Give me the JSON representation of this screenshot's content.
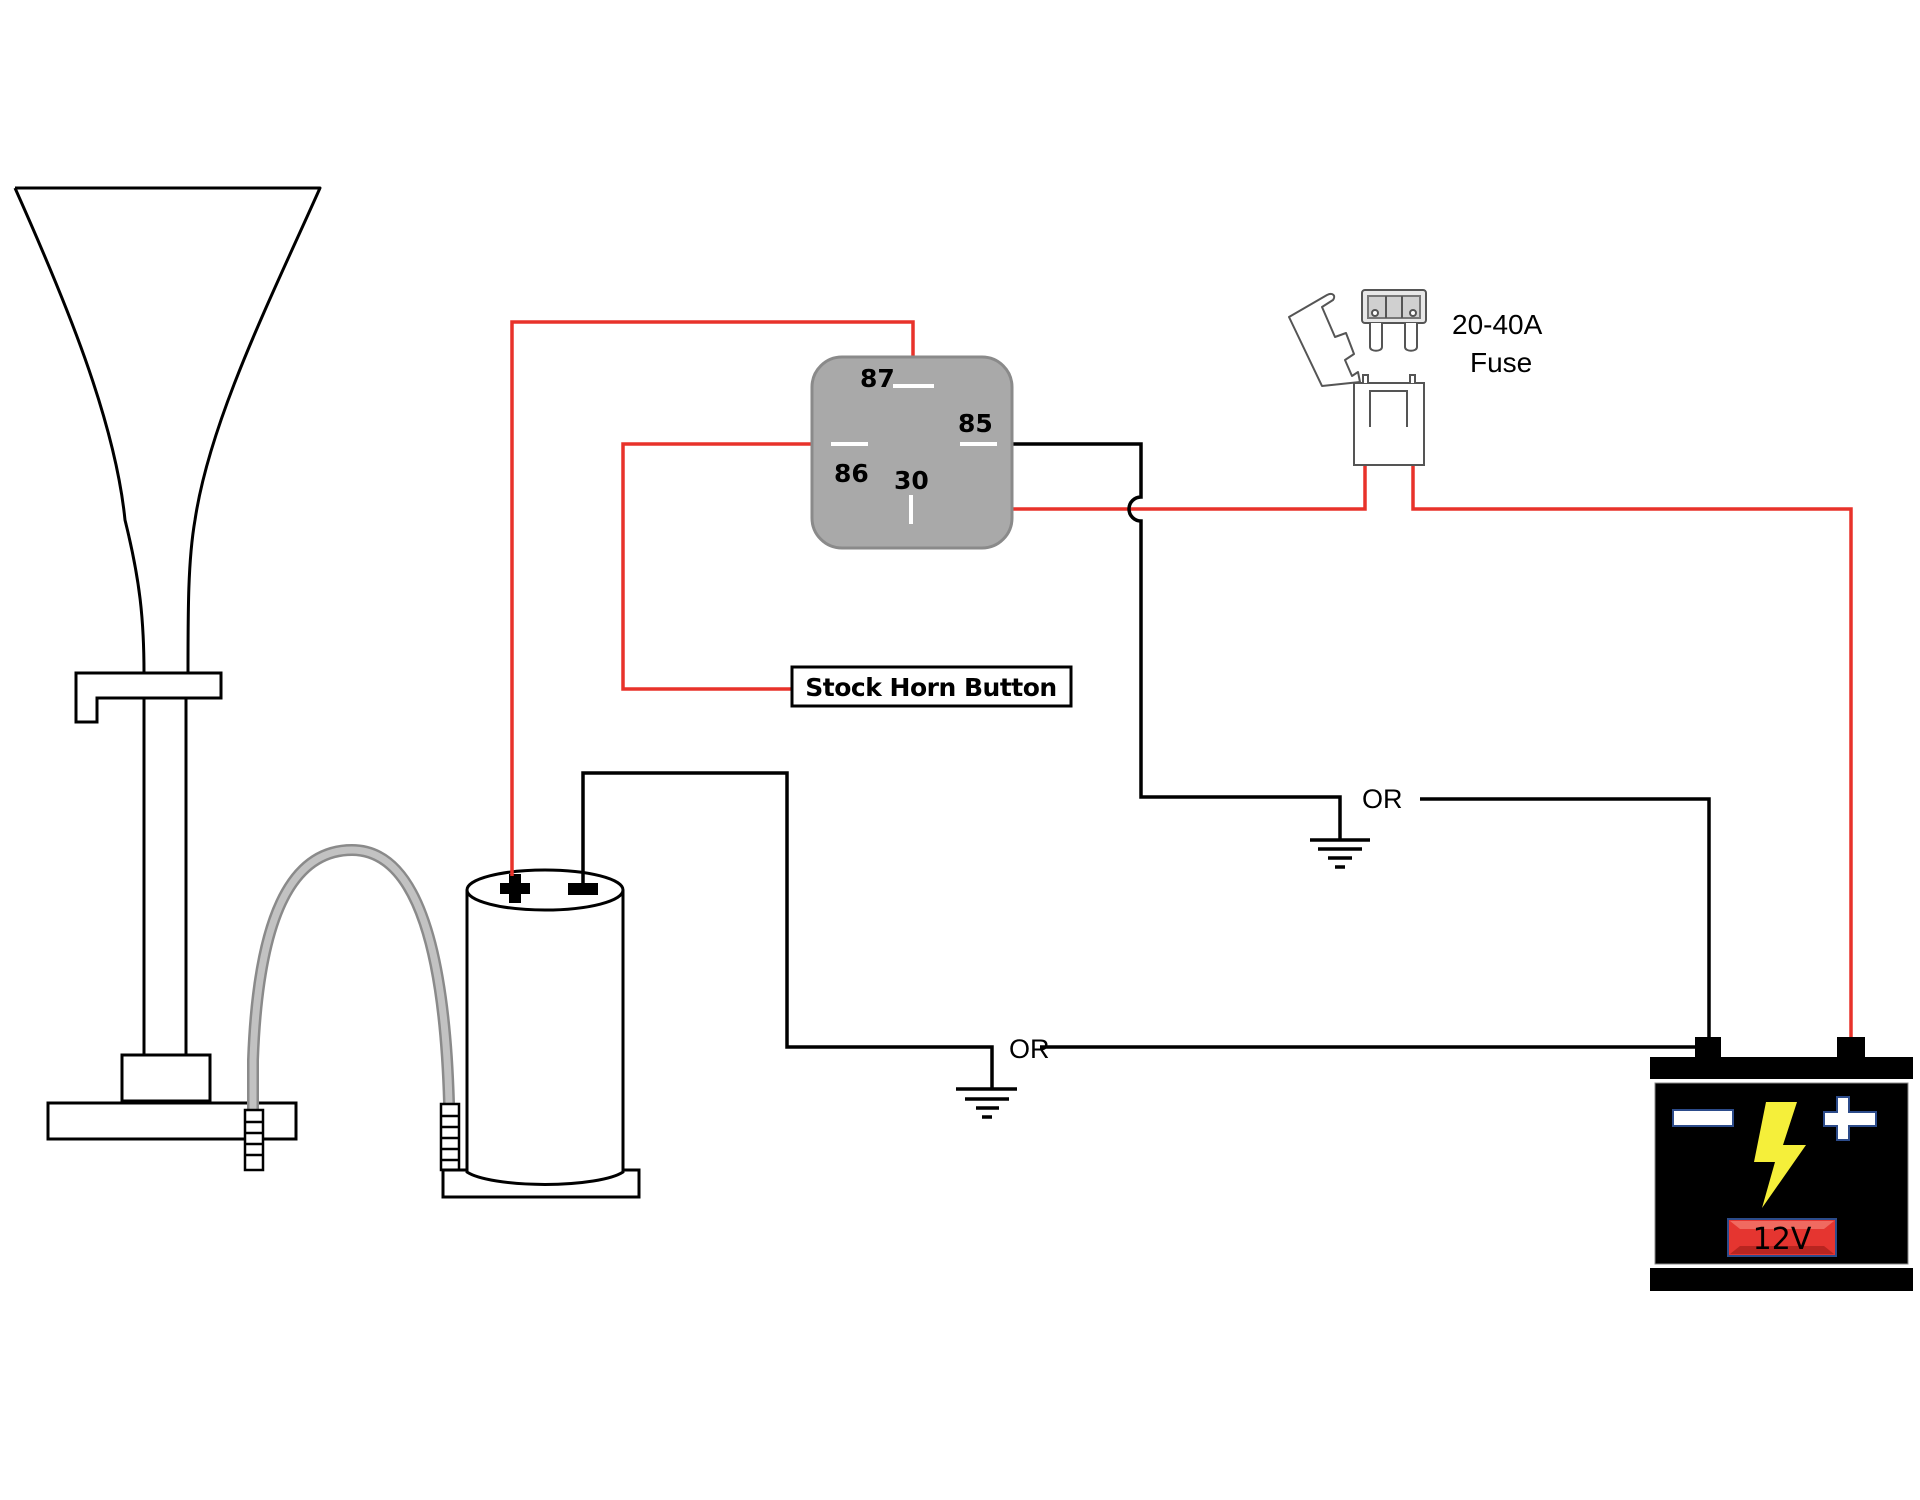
{
  "title": "Air Horn Relay Wiring Diagram",
  "colors": {
    "positive_wire": "#e8322a",
    "ground_wire": "#000000",
    "relay_body": "#a9a9a9",
    "air_hose": "#bdbdbd",
    "battery_body": "#000000",
    "battery_bolt": "#f5ef3a",
    "battery_label_bg": "#e53530"
  },
  "relay": {
    "pins": {
      "p87": "87",
      "p86": "86",
      "p85": "85",
      "p30": "30"
    }
  },
  "fuse": {
    "rating": "20-40A",
    "label": "Fuse"
  },
  "horn_button": {
    "label": "Stock Horn Button"
  },
  "ground_options": {
    "relay_ground_or": "OR",
    "compressor_ground_or": "OR"
  },
  "battery": {
    "negative_symbol": "−",
    "positive_symbol": "+",
    "voltage_label": "12V"
  },
  "compressor": {
    "positive_symbol": "+",
    "negative_symbol": "−"
  }
}
